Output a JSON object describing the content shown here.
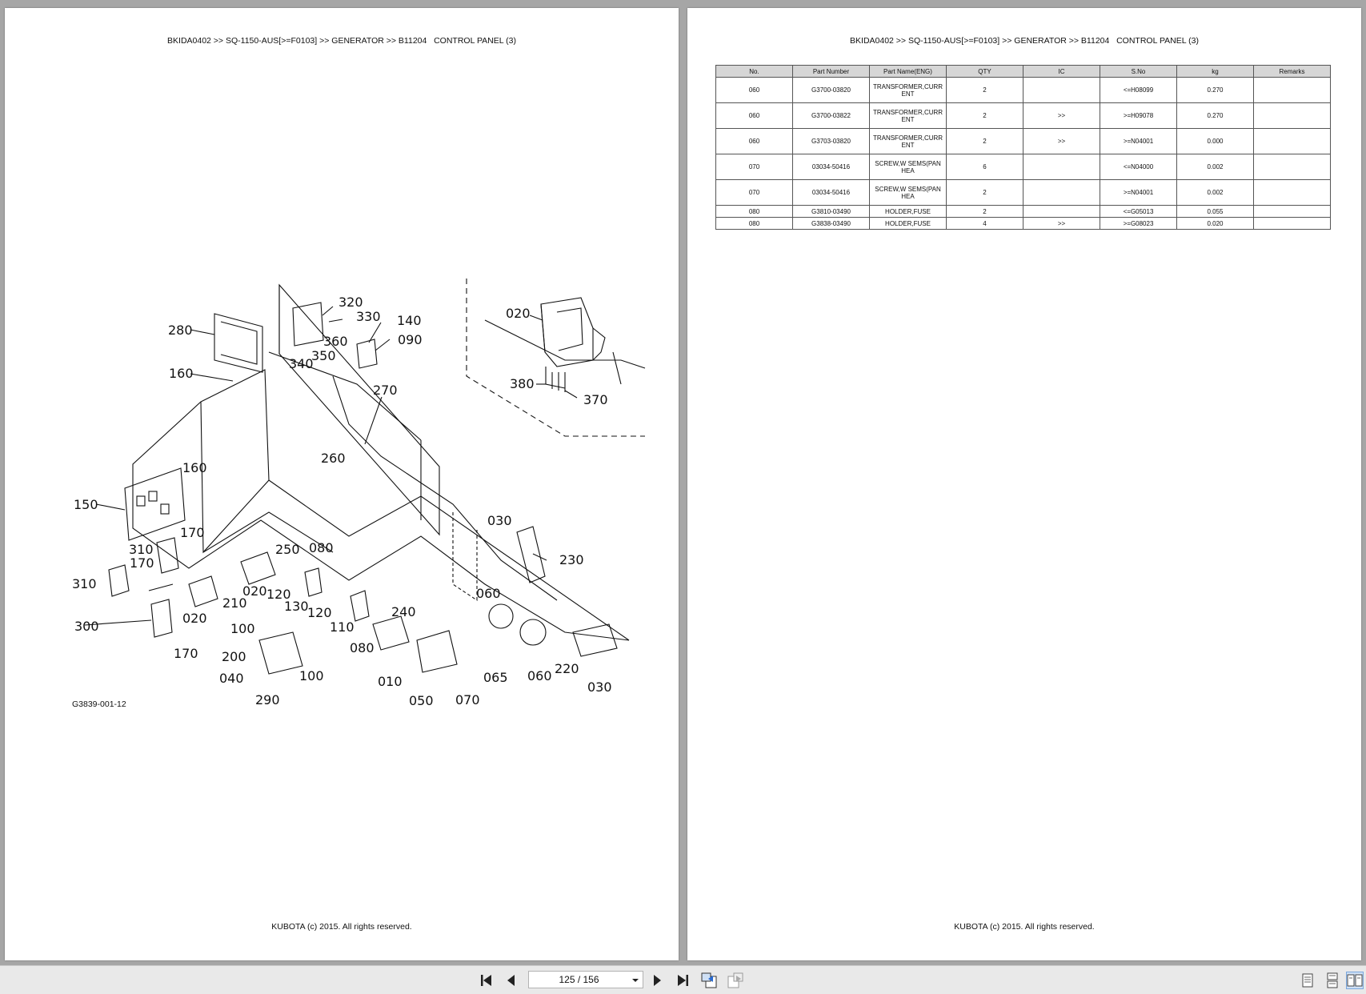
{
  "left_page": {
    "breadcrumb": "BKIDA0402 >> SQ-1150-AUS[>=F0103] >> GENERATOR >> B11204   CONTROL PANEL (3)",
    "figure_id": "G3839-001-12",
    "callouts": [
      "320",
      "330",
      "140",
      "090",
      "280",
      "360",
      "350",
      "340",
      "160",
      "270",
      "020",
      "380",
      "370",
      "160",
      "260",
      "150",
      "170",
      "030",
      "310",
      "170",
      "250",
      "080",
      "230",
      "020",
      "120",
      "210",
      "310",
      "130",
      "120",
      "060",
      "020",
      "110",
      "240",
      "300",
      "100",
      "170",
      "080",
      "065",
      "200",
      "040",
      "100",
      "010",
      "060",
      "220",
      "290",
      "050",
      "070",
      "030"
    ],
    "footer": "KUBOTA (c) 2015. All rights reserved."
  },
  "right_page": {
    "breadcrumb": "BKIDA0402 >> SQ-1150-AUS[>=F0103] >> GENERATOR >> B11204   CONTROL PANEL (3)",
    "table": {
      "headers": [
        "No.",
        "Part Number",
        "Part Name(ENG)",
        "QTY",
        "IC",
        "S.No",
        "kg",
        "Remarks"
      ],
      "rows": [
        [
          "060",
          "G3700-03820",
          "TRANSFORMER,CURR ENT",
          "2",
          "",
          "<=H08099",
          "0.270",
          ""
        ],
        [
          "060",
          "G3700-03822",
          "TRANSFORMER,CURR ENT",
          "2",
          ">>",
          ">=H09078",
          "0.270",
          ""
        ],
        [
          "060",
          "G3703-03820",
          "TRANSFORMER,CURR ENT",
          "2",
          ">>",
          ">=N04001",
          "0.000",
          ""
        ],
        [
          "070",
          "03034-50416",
          "SCREW,W SEMS(PAN HEA",
          "6",
          "",
          "<=N04000",
          "0.002",
          ""
        ],
        [
          "070",
          "03034-50416",
          "SCREW,W SEMS(PAN HEA",
          "2",
          "",
          ">=N04001",
          "0.002",
          ""
        ],
        [
          "080",
          "G3810-03490",
          "HOLDER,FUSE",
          "2",
          "",
          "<=G05013",
          "0.055",
          ""
        ],
        [
          "080",
          "G3838-03490",
          "HOLDER,FUSE",
          "4",
          ">>",
          ">=G08023",
          "0.020",
          ""
        ]
      ]
    },
    "footer": "KUBOTA (c) 2015. All rights reserved."
  },
  "toolbar": {
    "page_indicator": "125 / 156",
    "icons": [
      "first-page-icon",
      "previous-page-icon",
      "next-page-icon",
      "last-page-icon",
      "previous-view-icon",
      "next-view-icon",
      "single-page-icon",
      "continuous-page-icon",
      "facing-pages-icon"
    ]
  },
  "colors": {
    "viewer_background": "#a6a6a6",
    "page": "#ffffff",
    "table_header": "#d6d6d6",
    "toolbar": "#e9e9e9"
  }
}
